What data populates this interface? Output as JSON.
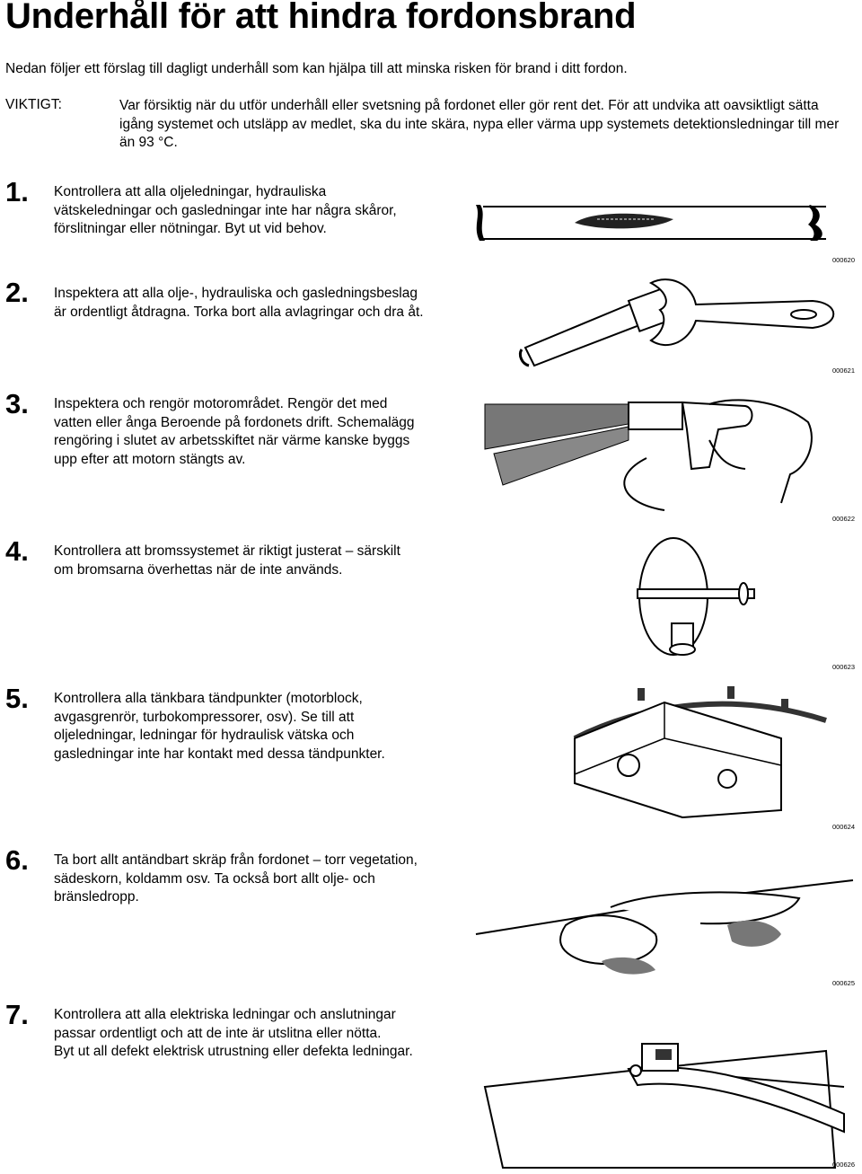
{
  "title": "Underhåll för att hindra fordonsbrand",
  "intro": "Nedan följer ett förslag till dagligt underhåll som kan hjälpa till att minska risken för brand i ditt fordon.",
  "important": {
    "label": "VIKTIGT:",
    "text": "Var försiktig när du utför underhåll eller svetsning på fordonet eller gör rent det. För att undvika att oavsiktligt sätta igång systemet och utsläpp av medlet, ska du inte skära, nypa eller värma upp systemets detektionsledningar till mer än 93 °C."
  },
  "steps": [
    {
      "num": "1.",
      "lines": [
        "Kontrollera att alla oljeledningar, hydrauliska",
        "vätskeledningar och gasledningar inte har några skåror,",
        "förslitningar eller nötningar. Byt ut vid behov."
      ],
      "fig": "000620",
      "icon": "worn-hose-illustration"
    },
    {
      "num": "2.",
      "lines": [
        "Inspektera att alla olje-, hydrauliska och gasledningsbeslag",
        "är ordentligt åtdragna. Torka bort alla avlagringar och dra åt."
      ],
      "fig": "000621",
      "icon": "wrench-fitting-illustration"
    },
    {
      "num": "3.",
      "lines": [
        "Inspektera och rengör motorområdet. Rengör det med",
        "vatten eller ånga Beroende på fordonets drift. Schemalägg",
        "rengöring i slutet av arbetsskiftet när värme kanske byggs",
        "upp efter att motorn stängts av."
      ],
      "fig": "000622",
      "icon": "spray-nozzle-illustration"
    },
    {
      "num": "4.",
      "lines": [
        "Kontrollera att bromssystemet är riktigt justerat – särskilt",
        "om bromsarna överhettas när de inte används."
      ],
      "fig": "000623",
      "icon": "brake-disc-illustration"
    },
    {
      "num": "5.",
      "lines": [
        "Kontrollera alla tänkbara tändpunkter (motorblock,",
        "avgasgrenrör, turbokompressorer, osv). Se till att",
        "oljeledningar, ledningar för hydraulisk vätska och",
        "gasledningar inte har kontakt med dessa tändpunkter."
      ],
      "fig": "000624",
      "icon": "engine-block-illustration"
    },
    {
      "num": "6.",
      "lines": [
        "Ta bort allt antändbart skräp från fordonet – torr vegetation,",
        "sädeskorn, koldamm osv. Ta också bort allt olje- och",
        "bränsledropp."
      ],
      "fig": "000625",
      "icon": "cleaning-rag-illustration"
    },
    {
      "num": "7.",
      "lines": [
        "Kontrollera att alla elektriska ledningar och anslutningar",
        "passar ordentligt och att de inte är utslitna eller nötta.",
        "Byt ut all defekt elektrisk utrustning eller defekta ledningar."
      ],
      "fig": "000626",
      "icon": "electrical-connector-illustration"
    }
  ]
}
